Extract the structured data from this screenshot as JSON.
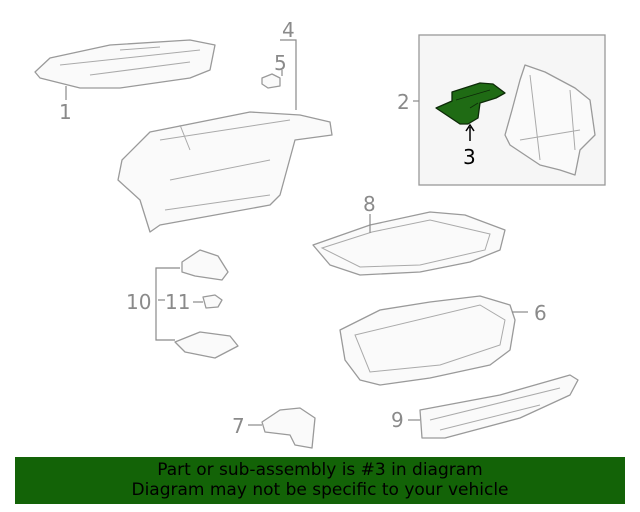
{
  "diagram": {
    "callouts": [
      "1",
      "2",
      "3",
      "4",
      "5",
      "6",
      "7",
      "8",
      "9",
      "10",
      "11"
    ],
    "highlighted_part": "3",
    "highlight_color": "#1f6b14"
  },
  "banner": {
    "line1": "Part or sub-assembly is #3 in diagram",
    "line2": "Diagram may not be specific to your vehicle",
    "background": "#136307"
  }
}
